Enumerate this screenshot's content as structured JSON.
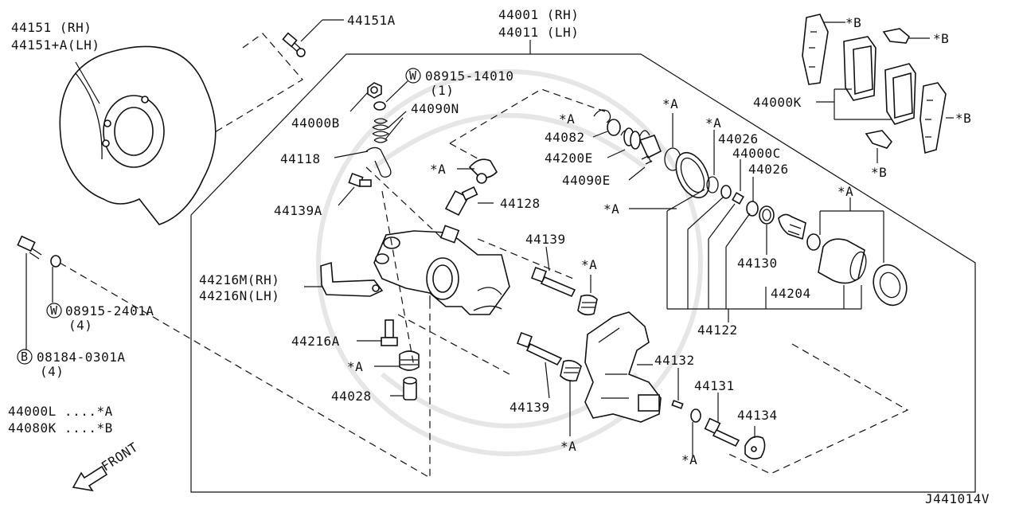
{
  "labels": {
    "shield_rh": "44151    (RH)",
    "shield_lh": "44151+A(LH)",
    "bolt_44151A": "44151A",
    "caliper_rh": "44001 (RH)",
    "caliper_lh": "44011 (LH)",
    "washer_w1": "08915-14010",
    "washer_w1_qty": "(1)",
    "p44000B": "44000B",
    "p44090N": "44090N",
    "p44118": "44118",
    "p44139A": "44139A",
    "a1": "*A",
    "p44082": "44082",
    "p44200E": "44200E",
    "p44090E": "44090E",
    "a2": "*A",
    "a3": "*A",
    "p44128": "44128",
    "a4": "*A",
    "a5": "*A",
    "p44026a": "44026",
    "p44000C": "44000C",
    "p44026b": "44026",
    "p44000K": "44000K",
    "b1": "*B",
    "b2": "*B",
    "b3": "*B",
    "b4": "*B",
    "a6": "*A",
    "p44139a": "44139",
    "a7": "*A",
    "p44130": "44130",
    "p44204": "44204",
    "p44122": "44122",
    "p44216M": "44216M(RH)",
    "p44216N": "44216N(LH)",
    "washer_w2": "08915-2401A",
    "washer_w2_qty": "(4)",
    "bolt_b": "08184-0301A",
    "bolt_b_qty": "(4)",
    "p44216A": "44216A",
    "a8": "*A",
    "p44028": "44028",
    "p44132": "44132",
    "p44131": "44131",
    "p44134": "44134",
    "p44139b": "44139",
    "a9": "*A",
    "a10": "*A",
    "legend_a": "44000L ....*A",
    "legend_b": "44080K ....*B",
    "front": "FRONT",
    "code": "J441014V"
  },
  "circle_marks": {
    "w1": "W",
    "w2": "W",
    "b": "B"
  }
}
